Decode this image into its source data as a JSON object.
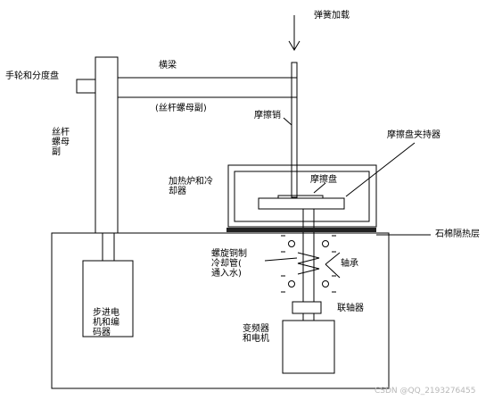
{
  "labels": {
    "spring_load": "弹簧加载",
    "handwheel": "手轮和分度盘",
    "beam": "横梁",
    "screw_pair_h": "(丝杆螺母副)",
    "screw_pair_v": "丝杆\n螺母\n副",
    "friction_pin": "摩擦销",
    "disc_holder": "摩擦盘夹持器",
    "furnace": "加热炉和冷\n却器",
    "friction_disc": "摩擦盘",
    "asbestos": "石棉隔热层",
    "cooling_pipe": "螺旋铜制\n冷却管(\n通入水)",
    "bearing": "轴承",
    "coupling": "联轴器",
    "stepper": "步进电\n机和编\n码器",
    "vfd_motor": "变频器\n和电机",
    "watermark": "CSDN @QQ_2193276455"
  },
  "colors": {
    "line": "#000000",
    "insulation": "#222222"
  }
}
